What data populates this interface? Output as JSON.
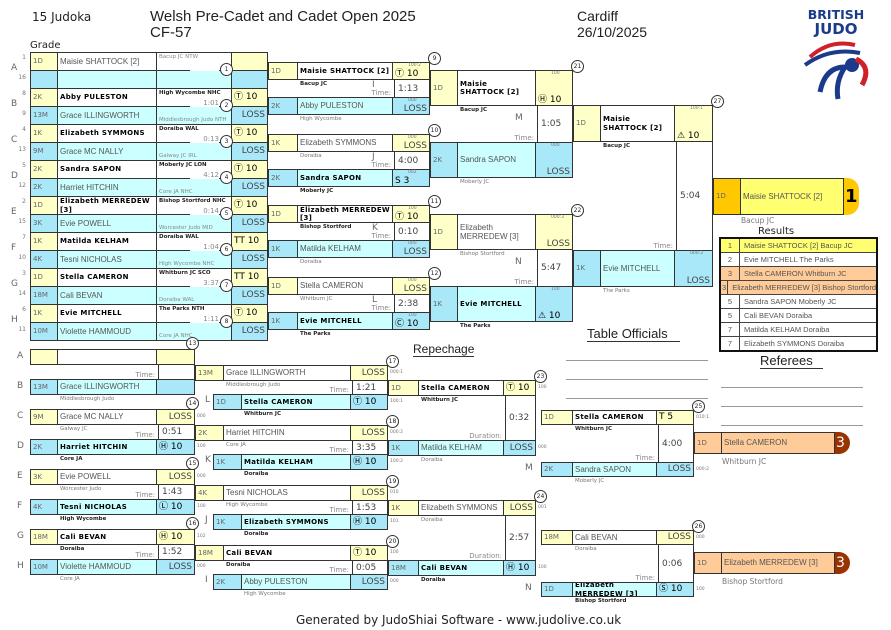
{
  "header": {
    "count": "15 Judoka",
    "title": "Welsh Pre-Cadet and Cadet Open 2025",
    "category": "CF-57",
    "location": "Cardiff",
    "date": "26/10/2025",
    "grade_label": "Grade",
    "logo_1": "BRITISH",
    "logo_2": "JUDO"
  },
  "labels": {
    "time": "Time:",
    "duration": "Duration:",
    "repechage": "Repechage",
    "officials": "Table Officials",
    "referees": "Referees",
    "results": "Results",
    "footer": "Generated by JudoShiai Software - www.judolive.co.uk"
  },
  "pools": [
    {
      "letter": "A",
      "match": "1",
      "time": "",
      "top": {
        "seed": "1",
        "grade": "1D",
        "name": "Maisie SHATTOCK [2]",
        "club": "Bacup JC NTW",
        "score": ""
      },
      "bottom": {
        "seed": "16",
        "grade": "",
        "name": "",
        "club": "",
        "score": ""
      }
    },
    {
      "letter": "B",
      "match": "2",
      "time": "1:01",
      "top": {
        "seed": "8",
        "grade": "2K",
        "name": "Abby PULESTON",
        "club": "High Wycombe NHC",
        "score": "Ⓣ 10"
      },
      "bottom": {
        "seed": "9",
        "grade": "13M",
        "name": "Grace ILLINGWORTH",
        "club": "Middlesbrough Judo NTH",
        "score": "LOSS"
      }
    },
    {
      "letter": "C",
      "match": "3",
      "time": "0:13",
      "top": {
        "seed": "4",
        "grade": "1K",
        "name": "Elizabeth SYMMONS",
        "club": "Doraiba WAL",
        "score": "Ⓣ 10"
      },
      "bottom": {
        "seed": "13",
        "grade": "9M",
        "name": "Grace MC NALLY",
        "club": "Galway JC IRL",
        "score": "LOSS"
      }
    },
    {
      "letter": "D",
      "match": "4",
      "time": "4:12",
      "top": {
        "seed": "5",
        "grade": "2K",
        "name": "Sandra SAPON",
        "club": "Moberly JC LON",
        "score": "Ⓣ 10"
      },
      "bottom": {
        "seed": "12",
        "grade": "2K",
        "name": "Harriet HITCHIN",
        "club": "Core JA NHC",
        "score": "LOSS"
      }
    },
    {
      "letter": "E",
      "match": "5",
      "time": "0:14",
      "top": {
        "seed": "2",
        "grade": "1D",
        "name": "Elizabeth MERREDEW [3]",
        "club": "Bishop Stortford NHC",
        "score": "Ⓣ 10"
      },
      "bottom": {
        "seed": "15",
        "grade": "3K",
        "name": "Evie POWELL",
        "club": "Worcester Judo MID",
        "score": "LOSS"
      }
    },
    {
      "letter": "F",
      "match": "6",
      "time": "1:04",
      "top": {
        "seed": "7",
        "grade": "1K",
        "name": "Matilda KELHAM",
        "club": "Doraiba WAL",
        "score": "TT 10"
      },
      "bottom": {
        "seed": "10",
        "grade": "4K",
        "name": "Tesni NICHOLAS",
        "club": "High Wycombe NHC",
        "score": "LOSS"
      }
    },
    {
      "letter": "G",
      "match": "7",
      "time": "3:37",
      "top": {
        "seed": "3",
        "grade": "1D",
        "name": "Stella CAMERON",
        "club": "Whitburn JC SCO",
        "score": "TT 10"
      },
      "bottom": {
        "seed": "14",
        "grade": "18M",
        "name": "Cali BEVAN",
        "club": "Doraiba WAL",
        "score": "LOSS"
      }
    },
    {
      "letter": "H",
      "match": "8",
      "time": "1:11",
      "top": {
        "seed": "6",
        "grade": "1K",
        "name": "Evie MITCHELL",
        "club": "The Parks NTH",
        "score": "Ⓣ 10"
      },
      "bottom": {
        "seed": "11",
        "grade": "10M",
        "name": "Violette HAMMOUD",
        "club": "Core JA NHC",
        "score": "LOSS"
      }
    }
  ],
  "round2": [
    {
      "num": "9",
      "letter": "I",
      "time": "1:13",
      "top": {
        "grade": "1D",
        "name": "Maisie SHATTOCK [2]",
        "club": "Bacup JC",
        "score": "Ⓣ 10",
        "code": "100:2"
      },
      "bottom": {
        "grade": "2K",
        "name": "Abby PULESTON",
        "club": "High Wycombe",
        "score": "LOSS",
        "code": "000"
      }
    },
    {
      "num": "10",
      "letter": "J",
      "time": "4:00",
      "top": {
        "grade": "1K",
        "name": "Elizabeth SYMMONS",
        "club": "Doraiba",
        "score": "LOSS",
        "code": "000"
      },
      "bottom": {
        "grade": "2K",
        "name": "Sandra SAPON",
        "club": "Moberly JC",
        "score": "S 3",
        "code": "002"
      }
    },
    {
      "num": "11",
      "letter": "K",
      "time": "0:10",
      "top": {
        "grade": "1D",
        "name": "Elizabeth MERREDEW [3]",
        "club": "Bishop Stortford",
        "score": "Ⓣ 10",
        "code": "100"
      },
      "bottom": {
        "grade": "1K",
        "name": "Matilda KELHAM",
        "club": "Doraiba",
        "score": "LOSS",
        "code": "000"
      }
    },
    {
      "num": "12",
      "letter": "L",
      "time": "2:38",
      "top": {
        "grade": "1D",
        "name": "Stella CAMERON",
        "club": "Whitburn JC",
        "score": "LOSS",
        "code": "000"
      },
      "bottom": {
        "grade": "1K",
        "name": "Evie MITCHELL",
        "club": "The Parks",
        "score": "Ⓒ 10",
        "code": "100"
      }
    }
  ],
  "round3": [
    {
      "num": "21",
      "letter": "M",
      "time": "1:05",
      "top": {
        "grade": "1D",
        "name": "Maisie SHATTOCK [2]",
        "club": "Bacup JC",
        "score": "Ⓗ 10",
        "code": "100"
      },
      "bottom": {
        "grade": "2K",
        "name": "Sandra SAPON",
        "club": "Moberly JC",
        "score": "LOSS",
        "code": "000"
      }
    },
    {
      "num": "22",
      "letter": "N",
      "time": "5:47",
      "top": {
        "grade": "1D",
        "name": "Elizabeth MERREDEW [3]",
        "club": "Bishop Stortford",
        "score": "LOSS",
        "code": "000:3"
      },
      "bottom": {
        "grade": "1K",
        "name": "Evie MITCHELL",
        "club": "The Parks",
        "score": "⚠ 10",
        "code": "100"
      }
    }
  ],
  "final": [
    {
      "num": "27",
      "letter": "",
      "time": "5:04",
      "top": {
        "grade": "1D",
        "name": "Maisie SHATTOCK [2]",
        "club": "Bacup JC",
        "score": "⚠ 10",
        "code": "100:1"
      },
      "bottom": {
        "grade": "1K",
        "name": "Evie MITCHELL",
        "club": "The Parks",
        "score": "LOSS",
        "code": "000:3"
      }
    }
  ],
  "winner": {
    "grade": "1D",
    "name": "Maisie SHATTOCK [2]",
    "club": "Bacup JC",
    "place": "1"
  },
  "results": [
    {
      "place": "1",
      "text": "Maisie SHATTOCK [2] Bacup JC"
    },
    {
      "place": "2",
      "text": "Evie MITCHELL The Parks"
    },
    {
      "place": "3",
      "text": "Stella CAMERON Whitburn JC"
    },
    {
      "place": "3",
      "text": "Elizabeth MERREDEW [3] Bishop Stortford"
    },
    {
      "place": "5",
      "text": "Sandra SAPON Moberly JC"
    },
    {
      "place": "5",
      "text": "Cali BEVAN Doraiba"
    },
    {
      "place": "7",
      "text": "Matilda KELHAM Doraiba"
    },
    {
      "place": "7",
      "text": "Elizabeth SYMMONS Doraiba"
    }
  ],
  "rep1": [
    {
      "num": "13",
      "letter": "",
      "time": "",
      "topLetter": "A",
      "bottomLetter": "B",
      "top": {
        "grade": "",
        "name": "",
        "club": "",
        "score": "",
        "code": ""
      },
      "bottom": {
        "grade": "13M",
        "name": "Grace ILLINGWORTH",
        "club": "Middlesbrough Judo",
        "score": "",
        "code": ""
      }
    },
    {
      "num": "14",
      "letter": "",
      "time": "0:51",
      "topLetter": "C",
      "bottomLetter": "D",
      "top": {
        "grade": "9M",
        "name": "Grace MC NALLY",
        "club": "Galway JC",
        "score": "LOSS",
        "code": "000"
      },
      "bottom": {
        "grade": "2K",
        "name": "Harriet HITCHIN",
        "club": "Core JA",
        "score": "Ⓗ 10",
        "code": "100"
      }
    },
    {
      "num": "15",
      "letter": "",
      "time": "1:43",
      "topLetter": "E",
      "bottomLetter": "F",
      "top": {
        "grade": "3K",
        "name": "Evie POWELL",
        "club": "Worcester Judo",
        "score": "LOSS",
        "code": "000"
      },
      "bottom": {
        "grade": "4K",
        "name": "Tesni NICHOLAS",
        "club": "High Wycombe",
        "score": "Ⓛ 10",
        "code": "100"
      }
    },
    {
      "num": "16",
      "letter": "",
      "time": "1:52",
      "topLetter": "G",
      "bottomLetter": "H",
      "top": {
        "grade": "18M",
        "name": "Cali BEVAN",
        "club": "Doraiba",
        "score": "Ⓗ 10",
        "code": "102"
      },
      "bottom": {
        "grade": "10M",
        "name": "Violette HAMMOUD",
        "club": "Core JA",
        "score": "LOSS",
        "code": "000"
      }
    }
  ],
  "rep2": [
    {
      "num": "17",
      "letter": "L",
      "time": "1:21",
      "top": {
        "grade": "13M",
        "name": "Grace ILLINGWORTH",
        "club": "Middlesbrough Judo",
        "score": "LOSS",
        "code": "000:1"
      },
      "bottom": {
        "grade": "1D",
        "name": "Stella CAMERON",
        "club": "Whitburn JC",
        "score": "Ⓣ 10",
        "code": "100:1"
      }
    },
    {
      "num": "18",
      "letter": "K",
      "time": "3:35",
      "top": {
        "grade": "2K",
        "name": "Harriet HITCHIN",
        "club": "Core JA",
        "score": "LOSS",
        "code": "000:2"
      },
      "bottom": {
        "grade": "1K",
        "name": "Matilda KELHAM",
        "club": "Doraiba",
        "score": "Ⓗ 10",
        "code": "100:2"
      }
    },
    {
      "num": "19",
      "letter": "J",
      "time": "1:53",
      "top": {
        "grade": "4K",
        "name": "Tesni NICHOLAS",
        "club": "High Wycombe",
        "score": "LOSS",
        "code": "010"
      },
      "bottom": {
        "grade": "1K",
        "name": "Elizabeth SYMMONS",
        "club": "Doraiba",
        "score": "Ⓗ 10",
        "code": "101"
      }
    },
    {
      "num": "20",
      "letter": "I",
      "time": "0:05",
      "top": {
        "grade": "18M",
        "name": "Cali BEVAN",
        "club": "Doraiba",
        "score": "Ⓣ 10",
        "code": "100"
      },
      "bottom": {
        "grade": "2K",
        "name": "Abby PULESTON",
        "club": "High Wycombe",
        "score": "LOSS",
        "code": "000"
      }
    }
  ],
  "rep3": [
    {
      "num": "23",
      "letter": "",
      "time": "0:32",
      "top": {
        "grade": "1D",
        "name": "Stella CAMERON",
        "club": "Whitburn JC",
        "score": "Ⓣ 10",
        "code": "100"
      },
      "bottom": {
        "grade": "1K",
        "name": "Matilda KELHAM",
        "club": "Doraiba",
        "score": "LOSS",
        "code": "000"
      }
    },
    {
      "num": "24",
      "letter": "",
      "time": "2:57",
      "top": {
        "grade": "1K",
        "name": "Elizabeth SYMMONS",
        "club": "Doraiba",
        "score": "LOSS",
        "code": "001"
      },
      "bottom": {
        "grade": "18M",
        "name": "Cali BEVAN",
        "club": "Doraiba",
        "score": "Ⓗ 10",
        "code": "100"
      }
    }
  ],
  "rep4": [
    {
      "num": "25",
      "letter": "M",
      "time": "4:00",
      "top": {
        "grade": "1D",
        "name": "Stella CAMERON",
        "club": "Whitburn JC",
        "score": "T 5",
        "code": "010:1"
      },
      "bottom": {
        "grade": "2K",
        "name": "Sandra SAPON",
        "club": "Moberly JC",
        "score": "LOSS",
        "code": "000:2"
      }
    },
    {
      "num": "26",
      "letter": "N",
      "time": "0:06",
      "top": {
        "grade": "18M",
        "name": "Cali BEVAN",
        "club": "Doraiba",
        "score": "LOSS",
        "code": "000"
      },
      "bottom": {
        "grade": "1D",
        "name": "Elizabeth MERREDEW [3]",
        "club": "Bishop Stortford",
        "score": "Ⓢ 10",
        "code": "100"
      }
    }
  ],
  "bronze": [
    {
      "grade": "1D",
      "name": "Stella CAMERON",
      "club": "Whitburn JC",
      "place": "3"
    },
    {
      "grade": "1D",
      "name": "Elizabeth MERREDEW [3]",
      "club": "Bishop Stortford",
      "place": "3"
    }
  ],
  "colors": {
    "yellow": "#ffffc8",
    "blue": "#a8e8f8",
    "cyan": "#ccffff",
    "gold": "#ffc800",
    "winner": "#ffff70",
    "bronze": "#ffcc99",
    "bronze_badge": "#993300"
  }
}
